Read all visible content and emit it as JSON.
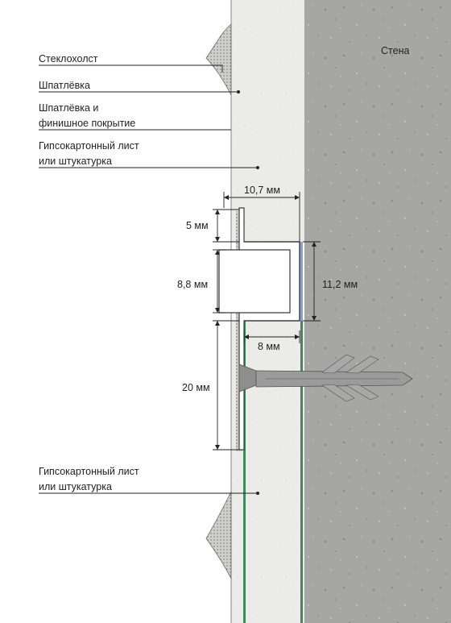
{
  "labels": {
    "wall": "Стена",
    "fiberglass": "Стеклохолст",
    "putty": "Шпатлёвка",
    "putty_finish_1": "Шпатлёвка и",
    "putty_finish_2": "финишное покрытие",
    "drywall_top_1": "Гипсокартонный лист",
    "drywall_top_2": "или штукатурка",
    "drywall_bottom_1": "Гипсокартонный лист",
    "drywall_bottom_2": "или штукатурка"
  },
  "dimensions": {
    "width_total": "10,7 мм",
    "flange_height": "5 мм",
    "channel_inner": "8,8 мм",
    "channel_outer": "11,2 мм",
    "profile_depth": "8 мм",
    "lower_flange": "20 мм"
  },
  "colors": {
    "concrete": "#a3a3a1",
    "plaster": "#e9e9e7",
    "outline": "#3a3a3a",
    "green_layer": "#3f8a5a",
    "blue_edge": "#8e9fd2",
    "profile_fill": "#ffffff",
    "dowel": "#9a9a9a"
  }
}
